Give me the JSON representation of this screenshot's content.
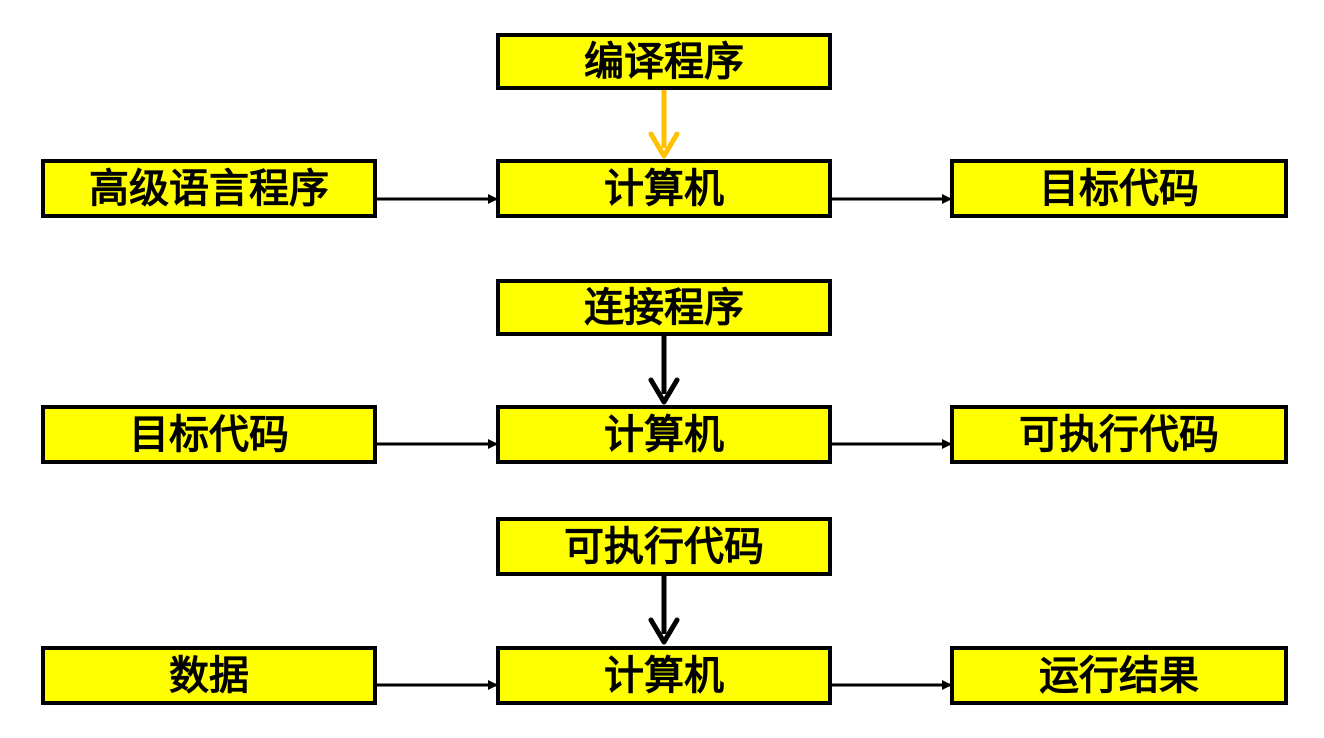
{
  "colors": {
    "box_fill": "#ffff00",
    "box_border": "#000000",
    "arrow": "#000000",
    "arrow_highlight": "#ffc000"
  },
  "stage1": {
    "program": "编译程序",
    "input": "高级语言程序",
    "computer": "计算机",
    "output": "目标代码"
  },
  "stage2": {
    "program": "连接程序",
    "input": "目标代码",
    "computer": "计算机",
    "output": "可执行代码"
  },
  "stage3": {
    "program": "可执行代码",
    "input": "数据",
    "computer": "计算机",
    "output": "运行结果"
  }
}
